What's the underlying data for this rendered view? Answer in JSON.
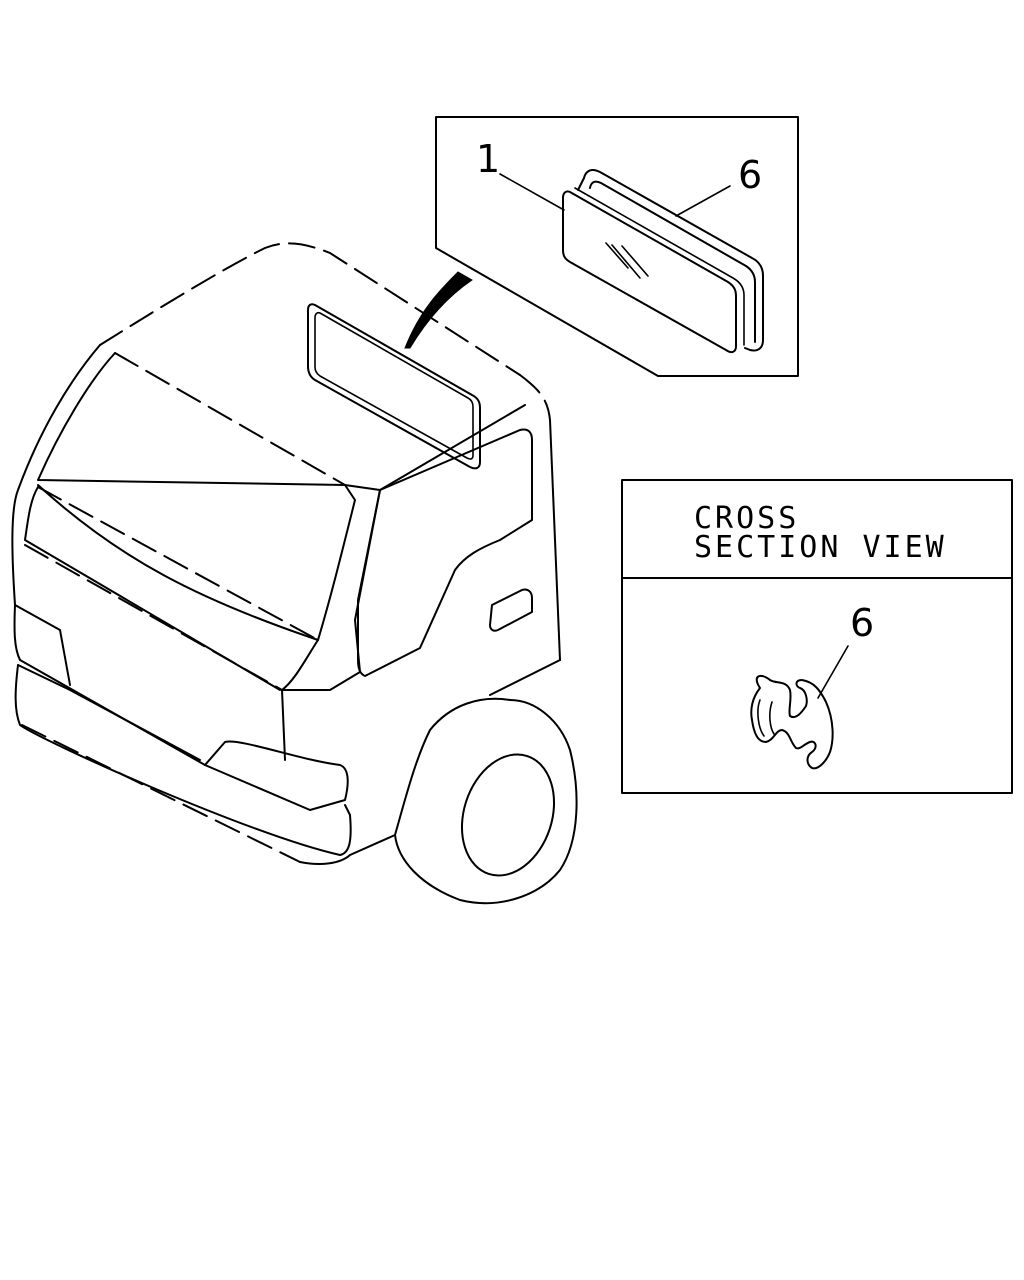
{
  "callouts": {
    "part_1": "1",
    "part_6_detail": "6",
    "part_6_section": "6"
  },
  "section_view": {
    "title_line1": "CROSS",
    "title_line2": "SECTION VIEW"
  },
  "colors": {
    "line": "#000000",
    "background": "#ffffff"
  }
}
